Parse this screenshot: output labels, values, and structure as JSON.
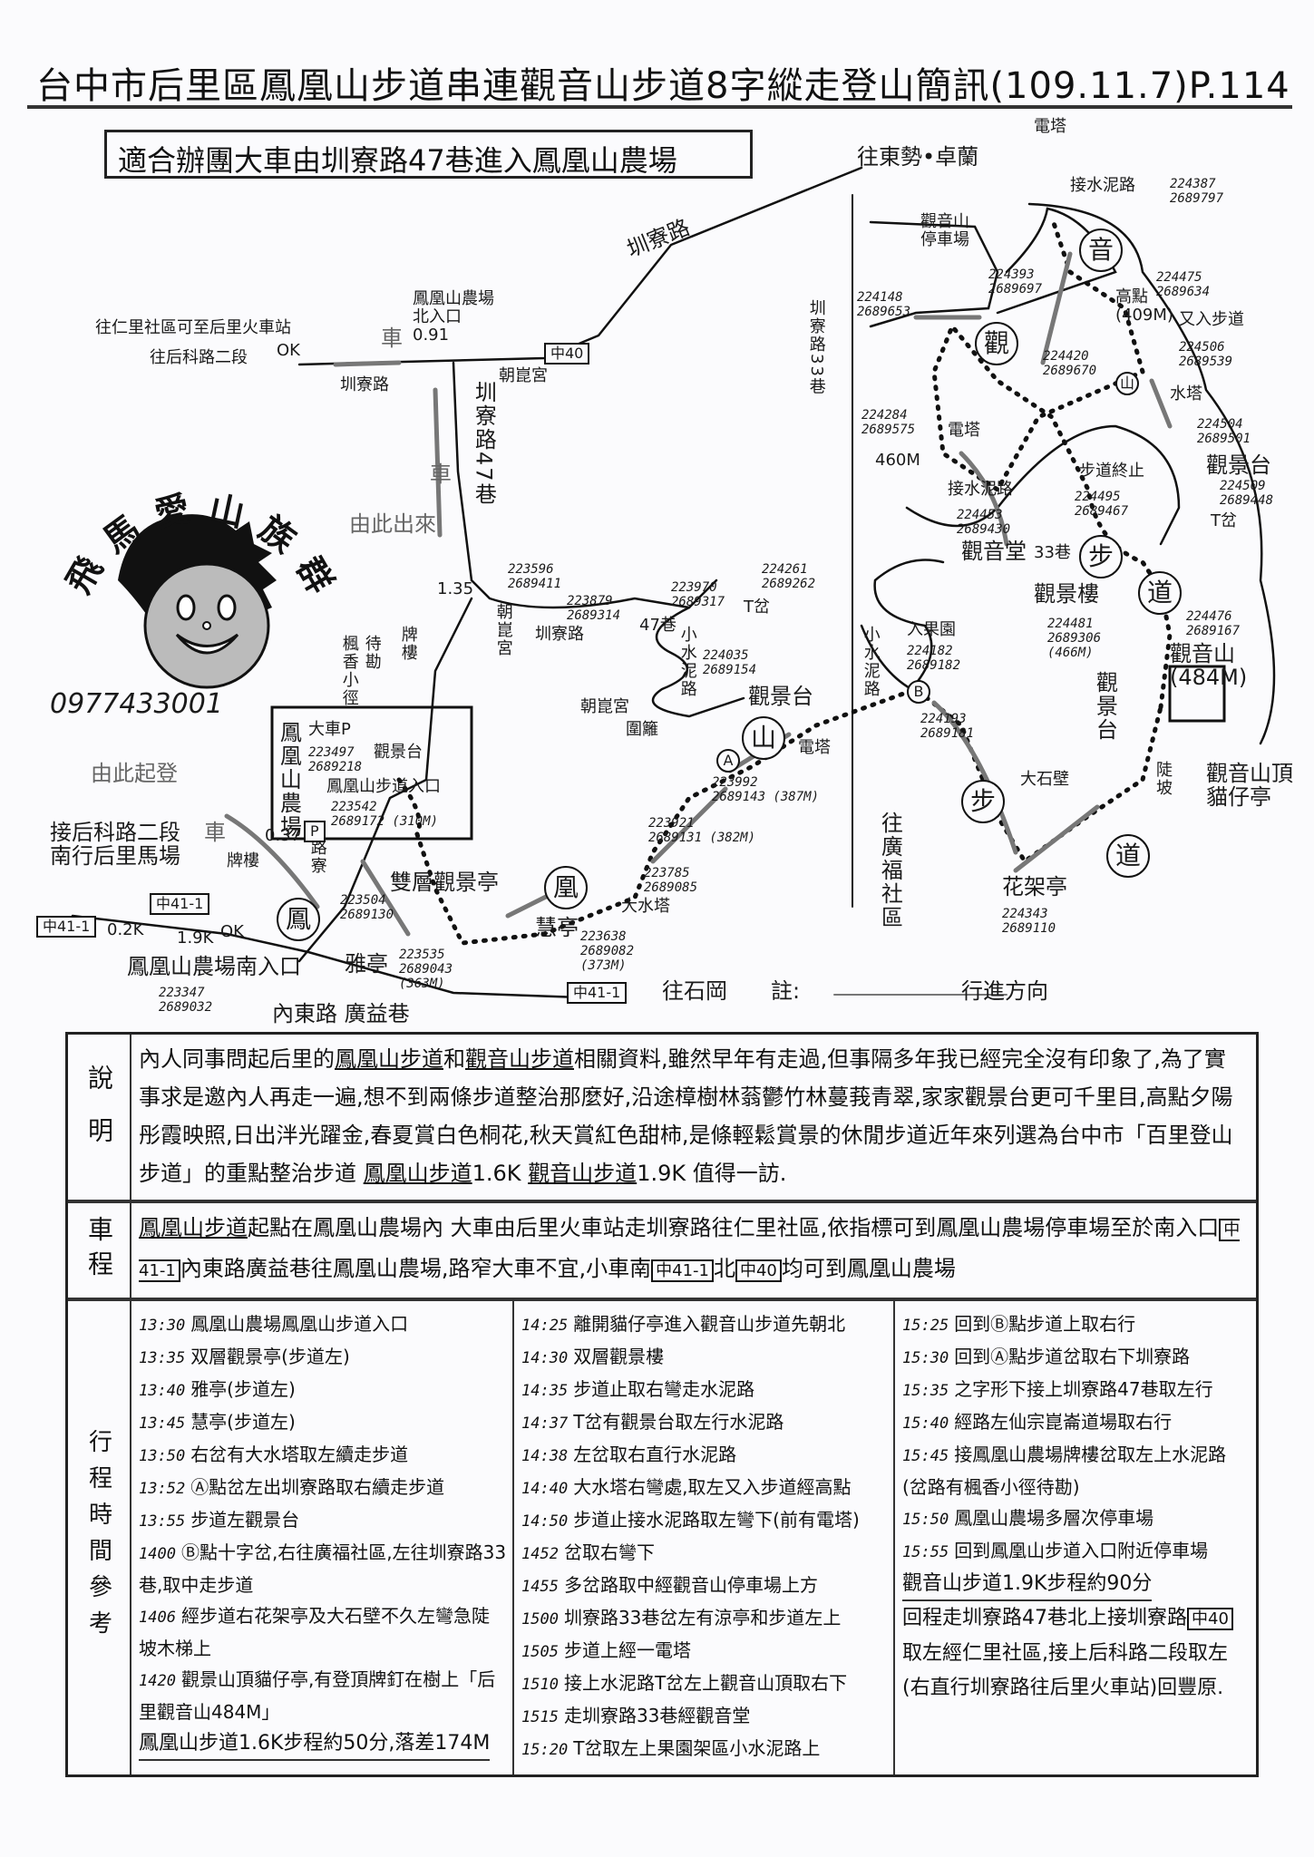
{
  "title": "台中市后里區鳳凰山步道串連觀音山步道8字縱走登山簡訊(109.11.7)P.114",
  "subtitle": "適合辦團大車由圳寮路47巷進入鳳凰山農場",
  "logo": {
    "text": "飛馬愛山族群",
    "phone": "0977433001"
  },
  "map": {
    "labels": [
      "往東勢•卓蘭",
      "電塔",
      "接水泥路",
      "224387\n2689797",
      "觀音山\n停車場",
      "224393\n2689697",
      "音",
      "224475\n2689634",
      "高點\n(409M)",
      "又入步道",
      "224506\n2689539",
      "224148\n2689653",
      "觀",
      "224420\n2689670",
      "山",
      "水塔",
      "224504\n2689501",
      "224284\n2689575",
      "電塔",
      "460M",
      "觀景台",
      "224509\n2689448",
      "T岔",
      "步道終止",
      "224495\n2689467",
      "接水泥路",
      "224453\n2689430",
      "觀音堂",
      "33巷",
      "步",
      "道",
      "觀景樓",
      "224481\n2689306\n(466M)",
      "224476\n2689167",
      "觀音山\n(484M)",
      "圳寮路33巷",
      "觀景台",
      "觀音山頂\n貓仔亭",
      "大石壁",
      "陡\n坡",
      "道",
      "花架亭",
      "224343\n2689110",
      "步",
      "往廣福社區",
      "B",
      "224193\n2689181",
      "電塔",
      "山",
      "224261\n2689262",
      "T岔",
      "223992\n2689143 (387M)",
      "小水泥路",
      "入果園",
      "224182\n2689182",
      "觀景台",
      "224035\n2689154",
      "A",
      "223921\n2689131 (382M)",
      "圍籬",
      "223785\n2689085",
      "大水塔",
      "223638\n2689082\n(373M)",
      "慧亭",
      "凰",
      "雙層觀景亭",
      "223504\n2689130",
      "鳳",
      "雅亭",
      "223535\n2689043\n(363M)",
      "中41-1",
      "往石岡",
      "註:",
      "行進方向",
      "內東路 廣益巷",
      "鳳凰山農場南入口",
      "223347\n2689032",
      "1.9K",
      "中41-1",
      "0.2K",
      "中41-1",
      "接后科路二段\n南行后里馬場",
      "車",
      "牌樓",
      "0.37",
      "路寮",
      "OK",
      "由此起登",
      "鳳凰山農場",
      "223497\n2689218",
      "P",
      "大車P",
      "鳳凰山步道入口",
      "223542\n2689172 (310M)",
      "觀景台",
      "楓香小徑",
      "待勘",
      "牌樓",
      "1.35",
      "由此出來",
      "車",
      "圳寮路47巷",
      "朝崑宮",
      "朝崑宮",
      "鳳凰山農場\n北入口\n0.91",
      "往仁里社區可至后里火車站",
      "往后科路二段",
      "OK",
      "車",
      "圳寮路",
      "中40",
      "圳寮路",
      "223596\n2689411",
      "223879\n2689314",
      "223970\n2689317",
      "47巷",
      "圳寮路",
      "朝崑宮",
      "小水泥路"
    ]
  },
  "description": {
    "label": "說明",
    "text_parts": [
      "內人同事問起后里的",
      "鳳凰山步道",
      "和",
      "觀音山步道",
      "相關資料,雖然早年有走過,但事隔多年我已經完全沒有印象了,為了實事求是邀內人再走一遍,想不到兩條步道整治那麼好,沿途樟樹林蓊鬱竹林蔓莪青翠,家家觀景台更可千里目,高點夕陽彤霞映照,日出泮光躍金,春夏賞白色桐花,秋天賞紅色甜柿,是條輕鬆賞景的休閒步道近年來列選為台中市「百里登山步道」的重點整治步道 ",
      "鳳凰山步道",
      "1.6K ",
      "觀音山步道",
      "1.9K 值得一訪."
    ]
  },
  "driving": {
    "label": "車程",
    "text_parts": [
      "鳳凰山步道",
      "起點在鳳凰山農場內 大車由后里火車站走圳寮路往仁里社區,依指標可到鳳凰山農場停車場至於南入口",
      "中41-1",
      "內東路廣益巷往鳳凰山農場,路窄大車不宜,小車南",
      "中41-1",
      "北",
      "中40",
      "均可到鳳凰山農場"
    ]
  },
  "schedule": {
    "label": "行程時間參考",
    "col1": [
      {
        "time": "13:30",
        "text": "鳳凰山農場鳳凰山步道入口"
      },
      {
        "time": "13:35",
        "text": "双層觀景亭(步道左)"
      },
      {
        "time": "13:40",
        "text": "雅亭(步道左)"
      },
      {
        "time": "13:45",
        "text": "慧亭(步道左)"
      },
      {
        "time": "13:50",
        "text": "右岔有大水塔取左續走步道"
      },
      {
        "time": "13:52",
        "text": "Ⓐ點岔左出圳寮路取右續走步道"
      },
      {
        "time": "13:55",
        "text": "步道左觀景台"
      },
      {
        "time": "1400",
        "text": "Ⓑ點十字岔,右往廣福社區,左往圳寮路33巷,取中走步道"
      },
      {
        "time": "1406",
        "text": "經步道右花架亭及大石壁不久左彎急陡坡木梯上"
      },
      {
        "time": "1420",
        "text": "觀景山頂貓仔亭,有登頂牌釘在樹上「后里觀音山484M」"
      }
    ],
    "col1_summary": "鳳凰山步道1.6K步程約50分,落差174M",
    "col2": [
      {
        "time": "14:25",
        "text": "離開貓仔亭進入觀音山步道先朝北"
      },
      {
        "time": "14:30",
        "text": "双層觀景樓"
      },
      {
        "time": "14:35",
        "text": "步道止取右彎走水泥路"
      },
      {
        "time": "14:37",
        "text": "T岔有觀景台取左行水泥路"
      },
      {
        "time": "14:38",
        "text": "左岔取右直行水泥路"
      },
      {
        "time": "14:40",
        "text": "大水塔右彎處,取左又入步道經高點"
      },
      {
        "time": "14:50",
        "text": "步道止接水泥路取左彎下(前有電塔)"
      },
      {
        "time": "1452",
        "text": "岔取右彎下"
      },
      {
        "time": "1455",
        "text": "多岔路取中經觀音山停車場上方"
      },
      {
        "time": "1500",
        "text": "圳寮路33巷岔左有涼亭和步道左上"
      },
      {
        "time": "1505",
        "text": "步道上經一電塔"
      },
      {
        "time": "1510",
        "text": "接上水泥路T岔左上觀音山頂取右下"
      },
      {
        "time": "1515",
        "text": "走圳寮路33巷經觀音堂"
      },
      {
        "time": "15:20",
        "text": "T岔取左上果園架區小水泥路上"
      }
    ],
    "col3": [
      {
        "time": "15:25",
        "text": "回到Ⓑ點步道上取右行"
      },
      {
        "time": "15:30",
        "text": "回到Ⓐ點步道岔取右下圳寮路"
      },
      {
        "time": "15:35",
        "text": "之字形下接上圳寮路47巷取左行"
      },
      {
        "time": "15:40",
        "text": "經路左仙宗崑崙道場取右行"
      },
      {
        "time": "15:45",
        "text": "接鳳凰山農場牌樓岔取左上水泥路(岔路有楓香小徑待勘)"
      },
      {
        "time": "15:50",
        "text": "鳳凰山農場多層次停車場"
      },
      {
        "time": "15:55",
        "text": "回到鳳凰山步道入口附近停車場"
      }
    ],
    "col3_summary": "觀音山步道1.9K步程約90分",
    "return_parts": [
      "回程走圳寮路47巷北上接圳寮路",
      "中40",
      "取左經仁里社區,接上后科路二段取左(右直行圳寮路往后里火車站)回豐原."
    ]
  },
  "colors": {
    "ink": "#111111",
    "gray_arrow": "#777777",
    "paper": "#fbfbfd"
  }
}
